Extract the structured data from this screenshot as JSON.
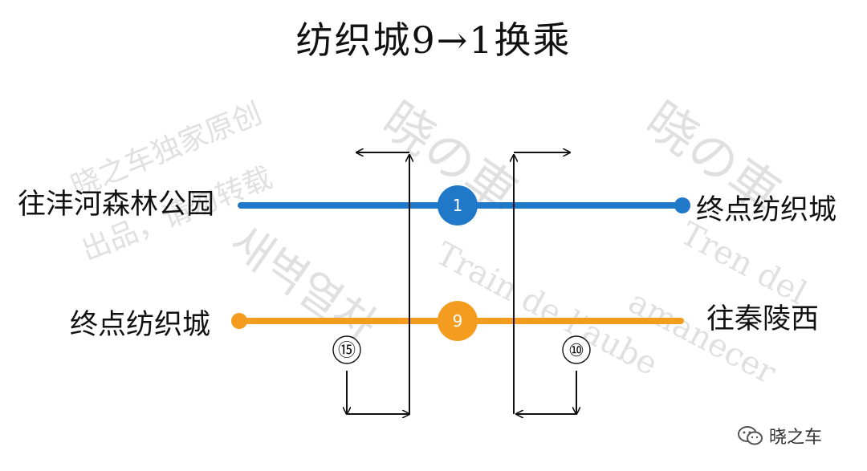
{
  "title": "纺织城9→1换乘",
  "lines": {
    "line1": {
      "number": "1",
      "color": "#1f78c8",
      "west_label": "往沣河森林公园",
      "east_label": "终点纺织城"
    },
    "line9": {
      "number": "9",
      "color": "#f39c1f",
      "west_label": "终点纺织城",
      "east_label": "往秦陵西"
    }
  },
  "exits": {
    "left": "⑮",
    "right": "⑩"
  },
  "watermarks": {
    "zh_1": "晓之车独家原创",
    "zh_2": "出品，请勿转载",
    "zh_3": "晓の車",
    "zh_4": "晓の車",
    "ko": "새벽열차",
    "fr_1": "Train de l'aube",
    "es_1": "Tren del",
    "es_2": "amanecer"
  },
  "brand": {
    "name": "晓之车",
    "icon": "wechat-icon"
  }
}
